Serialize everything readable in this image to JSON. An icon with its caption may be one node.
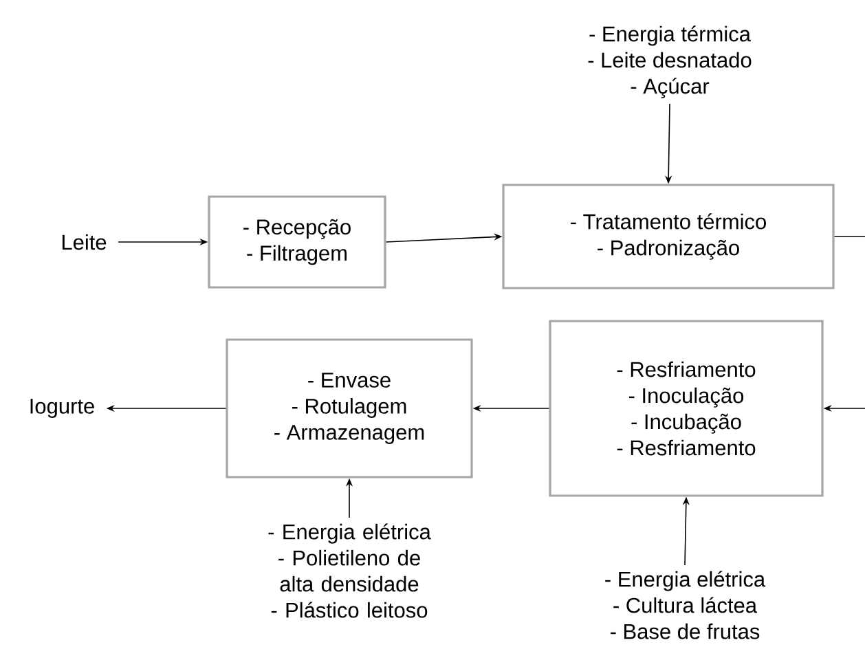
{
  "diagram": {
    "nodes": [
      {
        "text": [
          "Leite"
        ]
      },
      {
        "text": [
          "- Recepção",
          "- Filtragem"
        ]
      },
      {
        "text": [
          "- Energia térmica",
          "- Leite desnatado",
          "- Açúcar"
        ]
      },
      {
        "text": [
          "- Tratamento térmico",
          "- Padronização"
        ]
      },
      {
        "text": [
          "Iogurte"
        ]
      },
      {
        "text": [
          "- Envase",
          "- Rotulagem",
          "- Armazenagem"
        ]
      },
      {
        "text": [
          "- Energia elétrica",
          "- Polietileno de alta densidade",
          "- Plástico leitoso"
        ]
      },
      {
        "text": [
          "- Resfriamento",
          "- Inoculação",
          "- Incubação",
          "- Resfriamento"
        ]
      },
      {
        "text": [
          "- Energia elétrica",
          "- Cultura láctea",
          "- Base de frutas"
        ]
      }
    ],
    "edges": [
      {
        "from": 0,
        "to": 1,
        "arrow": "to"
      },
      {
        "from": 1,
        "to": 3,
        "arrow": "to"
      },
      {
        "from": 2,
        "to": 3,
        "arrow": "to"
      },
      {
        "from": 3,
        "to": null,
        "arrow": "none"
      },
      {
        "from": null,
        "to": 7,
        "arrow": "to"
      },
      {
        "from": 7,
        "to": 5,
        "arrow": "to"
      },
      {
        "from": 5,
        "to": 4,
        "arrow": "to"
      },
      {
        "from": 6,
        "to": 5,
        "arrow": "to"
      },
      {
        "from": 8,
        "to": 7,
        "arrow": "to"
      }
    ]
  }
}
